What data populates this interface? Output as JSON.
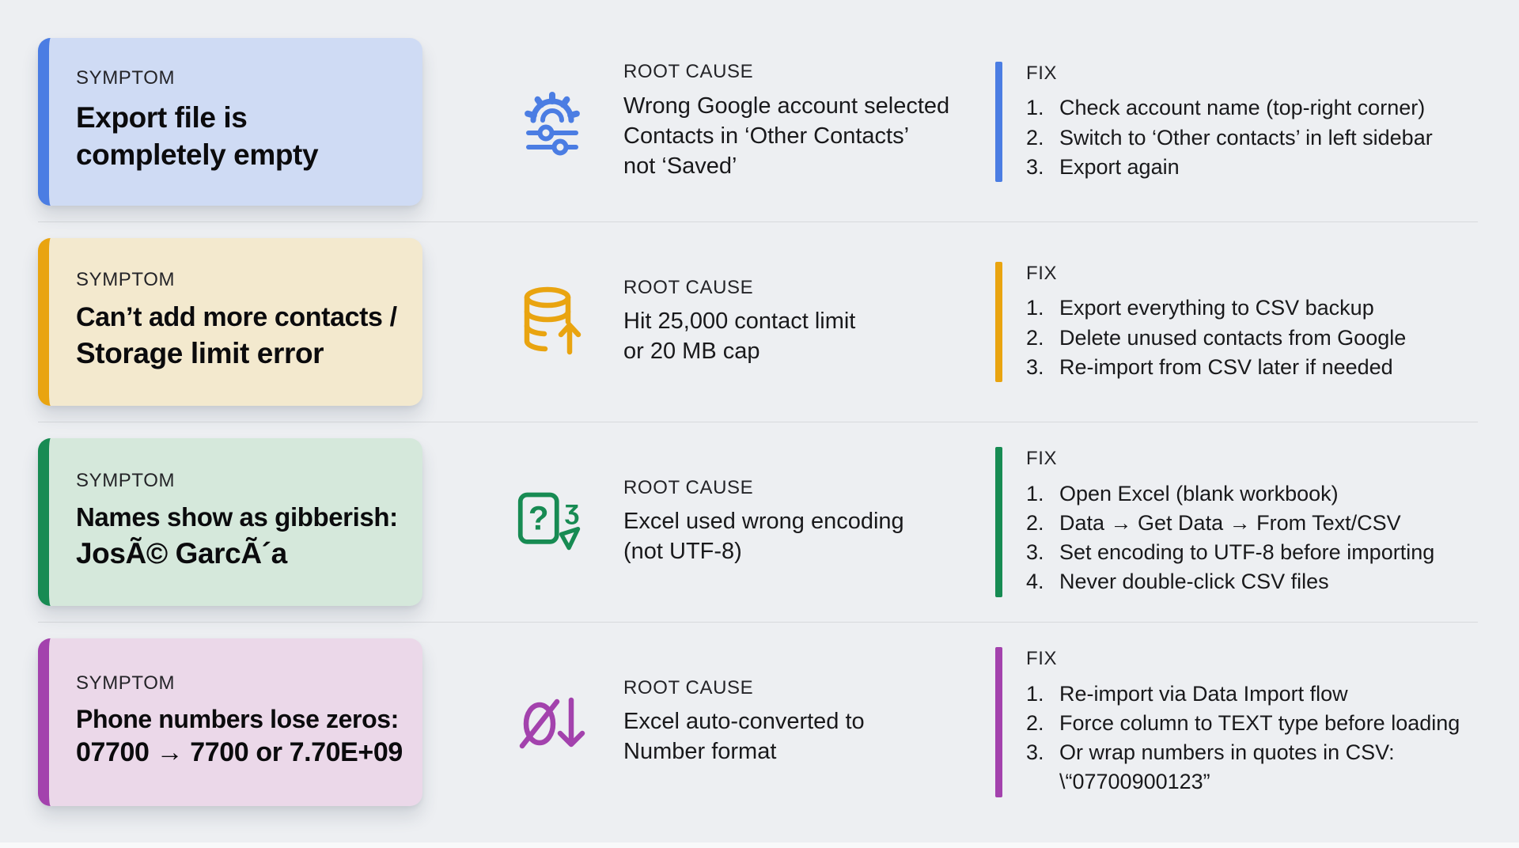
{
  "labels": {
    "symptom": "SYMPTOM",
    "root_cause": "ROOT CAUSE",
    "fix": "FIX"
  },
  "rows": [
    {
      "accent": "#4b7de3",
      "card_bg": "#cfdbf4",
      "icon": "settings-sliders-icon",
      "symptom_line1": "Export file is",
      "symptom_line2": "completely empty",
      "root_cause_lines": [
        "Wrong Google account selected",
        "Contacts in ‘Other Contacts’",
        "not ‘Saved’"
      ],
      "fix_steps": [
        "Check account name (top-right corner)",
        "Switch to ‘Other contacts’ in left sidebar",
        "Export again"
      ]
    },
    {
      "accent": "#e9a410",
      "card_bg": "#f3e9ce",
      "icon": "database-limit-icon",
      "symptom_line1": "Can’t add more contacts /",
      "symptom_line2": "Storage limit error",
      "root_cause_lines": [
        "Hit 25,000 contact limit",
        "or 20 MB cap"
      ],
      "fix_steps": [
        "Export everything to CSV backup",
        "Delete unused contacts from Google",
        "Re-import from CSV later if needed"
      ]
    },
    {
      "accent": "#178b53",
      "card_bg": "#d5e8db",
      "icon": "encoding-error-icon",
      "icon_glyphs": {
        "question": "?",
        "ezh": "ʒ"
      },
      "symptom_line1": "Names show as gibberish:",
      "symptom_line2": "JosÃ© GarcÃ´a",
      "root_cause_lines": [
        "Excel used wrong encoding",
        "(not UTF-8)"
      ],
      "fix_steps": [
        "Open Excel (blank workbook)",
        "Data → Get Data → From Text/CSV",
        "Set encoding to UTF-8 before importing",
        "Never double-click CSV files"
      ]
    },
    {
      "accent": "#a342ad",
      "card_bg": "#ebd8e9",
      "icon": "leading-zero-lost-icon",
      "symptom_line1": "Phone numbers lose zeros:",
      "symptom_line2": "07700 → 7700 or 7.70E+09",
      "root_cause_lines": [
        "Excel auto-converted to",
        "Number format"
      ],
      "fix_steps": [
        "Re-import via Data Import flow",
        "Force column to TEXT type before loading",
        "Or wrap numbers in quotes in CSV:\n\\“07700900123”"
      ]
    }
  ]
}
